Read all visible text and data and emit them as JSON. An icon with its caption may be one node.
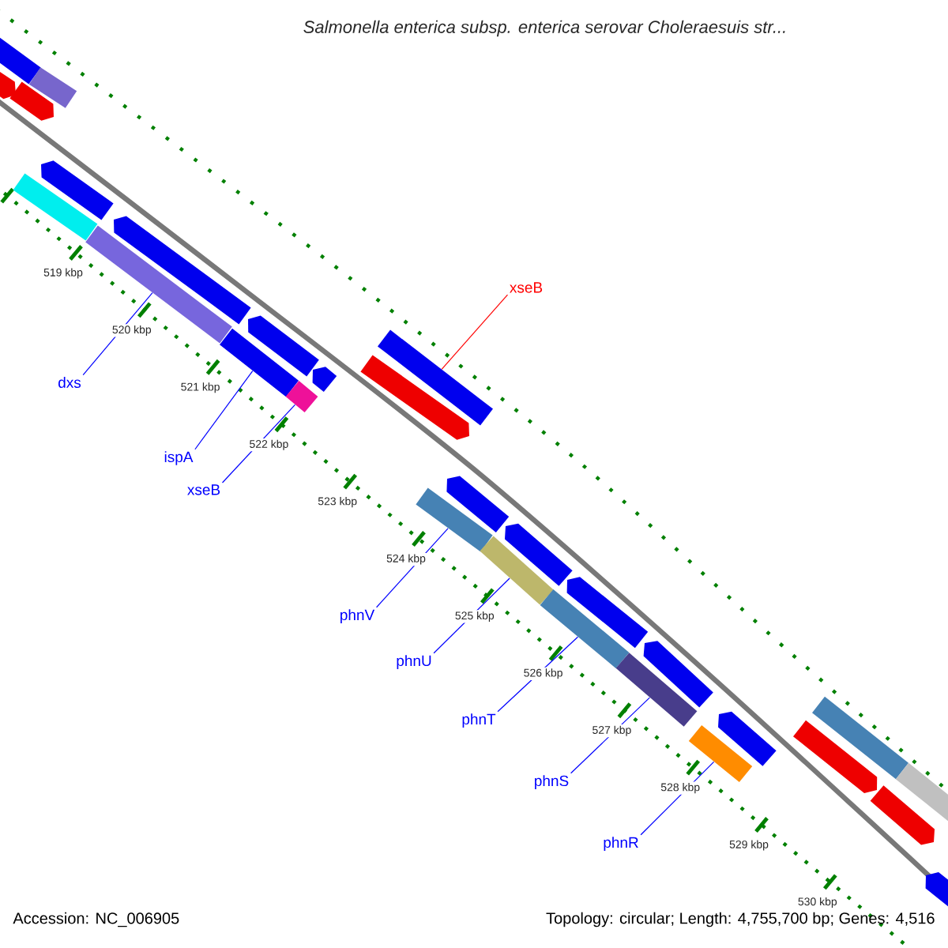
{
  "diagram": {
    "title": "Salmonella enterica subsp. enterica serovar Choleraesuis str...",
    "nodes": [
      {
        "text": [
          "xseB"
        ]
      },
      {
        "text": [
          "dxs"
        ]
      },
      {
        "text": [
          "ispA"
        ]
      },
      {
        "text": [
          "xseB"
        ]
      },
      {
        "text": [
          "phnV"
        ]
      },
      {
        "text": [
          "phnU"
        ]
      },
      {
        "text": [
          "phnT"
        ]
      },
      {
        "text": [
          "phnS"
        ]
      },
      {
        "text": [
          "phnR"
        ]
      },
      {
        "text": [],
        "shape": "bar"
      },
      {
        "text": [],
        "shape": "bar"
      },
      {
        "text": [],
        "shape": "bar"
      },
      {
        "text": [],
        "shape": "bar"
      },
      {
        "text": [],
        "shape": "bar"
      },
      {
        "text": [],
        "shape": "bar"
      },
      {
        "text": [],
        "shape": "bar"
      },
      {
        "text": [],
        "shape": "bar"
      },
      {
        "text": [],
        "shape": "bar"
      },
      {
        "text": [],
        "shape": "bar"
      },
      {
        "text": [],
        "shape": "bar"
      },
      {
        "text": [],
        "shape": "bar"
      },
      {
        "text": [],
        "shape": "bar"
      },
      {
        "text": [],
        "shape": "bar"
      },
      {
        "text": [],
        "shape": "bar"
      },
      {
        "text": [],
        "shape": "bar"
      },
      {
        "text": [],
        "shape": "bar"
      },
      {
        "text": [],
        "shape": "bar"
      },
      {
        "text": [],
        "shape": "bar"
      },
      {
        "text": [],
        "shape": "bar"
      },
      {
        "text": [],
        "shape": "bar"
      },
      {
        "text": [],
        "shape": "bar"
      },
      {
        "text": [],
        "shape": "bar"
      },
      {
        "text": [],
        "shape": "bar"
      },
      {
        "text": [],
        "shape": "bar"
      },
      {
        "text": [],
        "shape": "bar"
      },
      {
        "text": [],
        "shape": "bar"
      },
      {
        "text": [],
        "shape": "bar"
      },
      {
        "text": [],
        "shape": "bar"
      }
    ],
    "edges": [
      {
        "from": 0,
        "to": 22,
        "arrow": "none",
        "color": "#ff0000"
      },
      {
        "from": 1,
        "to": 15,
        "arrow": "none"
      },
      {
        "from": 2,
        "to": 17,
        "arrow": "none"
      },
      {
        "from": 3,
        "to": 19,
        "arrow": "none"
      },
      {
        "from": 4,
        "to": 23,
        "arrow": "none"
      },
      {
        "from": 5,
        "to": 25,
        "arrow": "none"
      },
      {
        "from": 6,
        "to": 27,
        "arrow": "none"
      },
      {
        "from": 7,
        "to": 29,
        "arrow": "none"
      },
      {
        "from": 8,
        "to": 31,
        "arrow": "none"
      }
    ],
    "labels": [
      "519 kbp",
      "520 kbp",
      "521 kbp",
      "522 kbp",
      "523 kbp",
      "524 kbp",
      "525 kbp",
      "526 kbp",
      "527 kbp",
      "528 kbp",
      "529 kbp",
      "530 kbp",
      "Accession: NC_006905",
      "Topology: circular; Length: 4,755,700 bp; Genes: 4,516"
    ]
  }
}
